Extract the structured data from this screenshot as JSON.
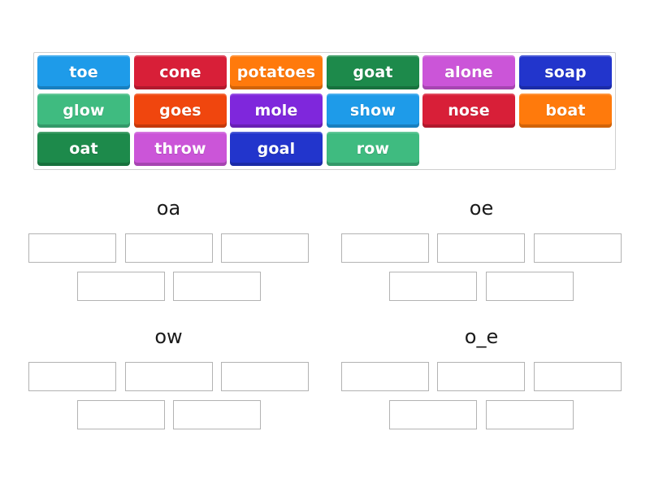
{
  "activity": {
    "type": "group-sort",
    "tiles": [
      {
        "label": "toe",
        "color": "#1e9be9"
      },
      {
        "label": "cone",
        "color": "#d81f38"
      },
      {
        "label": "potatoes",
        "color": "#ff7a0c"
      },
      {
        "label": "goat",
        "color": "#1d8a4b"
      },
      {
        "label": "alone",
        "color": "#cb55d8"
      },
      {
        "label": "soap",
        "color": "#2235cc"
      },
      {
        "label": "glow",
        "color": "#3fbb80"
      },
      {
        "label": "goes",
        "color": "#f0460e"
      },
      {
        "label": "mole",
        "color": "#7f27dc"
      },
      {
        "label": "show",
        "color": "#1e9be9"
      },
      {
        "label": "nose",
        "color": "#d81f38"
      },
      {
        "label": "boat",
        "color": "#ff7a0c"
      },
      {
        "label": "oat",
        "color": "#1d8a4b"
      },
      {
        "label": "throw",
        "color": "#cb55d8"
      },
      {
        "label": "goal",
        "color": "#2235cc"
      },
      {
        "label": "row",
        "color": "#3fbb80"
      }
    ],
    "groups": [
      {
        "title": "oa",
        "slots": 5
      },
      {
        "title": "oe",
        "slots": 5
      },
      {
        "title": "ow",
        "slots": 5
      },
      {
        "title": "o_e",
        "slots": 5
      }
    ]
  }
}
